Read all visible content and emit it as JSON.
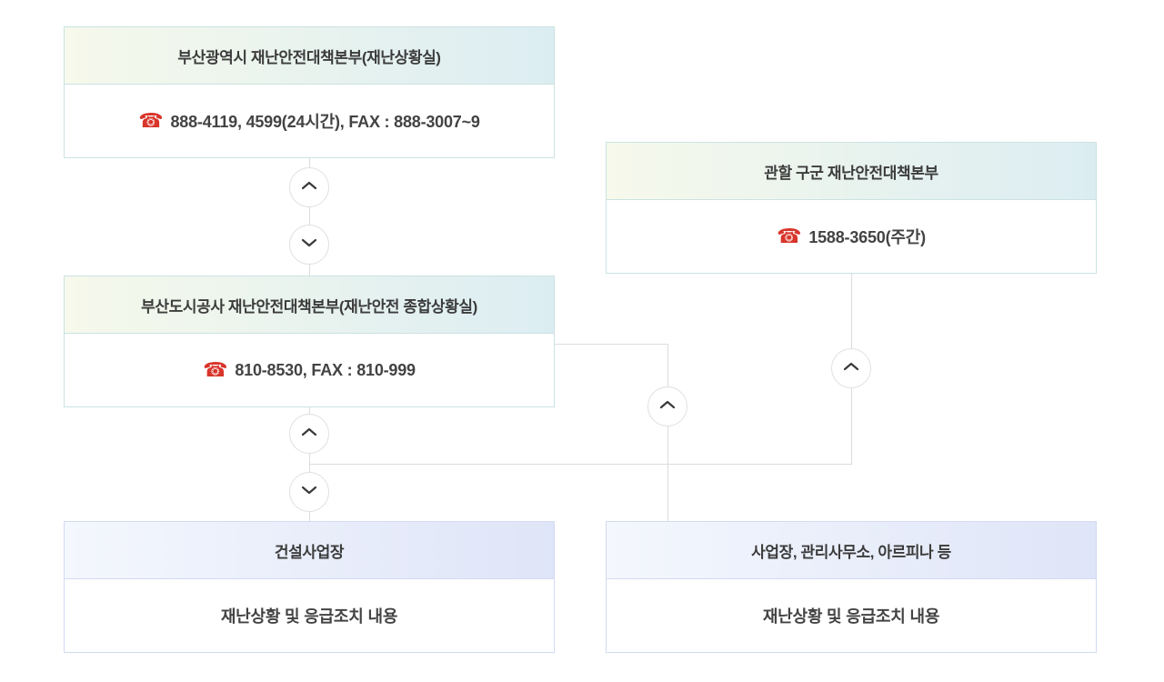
{
  "diagram": {
    "icons": {
      "phone": "☎"
    },
    "colors": {
      "teal_header_gradient_start": "#f6f9eb",
      "teal_header_gradient_end": "#dcedf2",
      "teal_border": "#cbe2e2",
      "blue_header_gradient_start": "#f4f7fd",
      "blue_header_gradient_end": "#dfe5f8",
      "blue_border": "#d2daf2",
      "connector_line": "#dcdcdc",
      "circle_border": "#e0e0e0",
      "chevron": "#3a3a3a",
      "phone_icon_red": "#d8352b",
      "text": "#3c3c3c"
    },
    "nodes": [
      {
        "title": "부산광역시 재난안전대책본부(재난상황실)",
        "body": "888-4119, 4599(24시간), FAX : 888-3007~9"
      },
      {
        "title": "관할 구군 재난안전대책본부",
        "body": "1588-3650(주간)"
      },
      {
        "title": "부산도시공사 재난안전대책본부(재난안전 종합상황실)",
        "body": "810-8530, FAX :  810-999"
      },
      {
        "title": "건설사업장",
        "body": "재난상황 및 응급조치 내용"
      },
      {
        "title": "사업장, 관리사무소, 아르피나 등",
        "body": "재난상황 및 응급조치 내용"
      }
    ]
  }
}
